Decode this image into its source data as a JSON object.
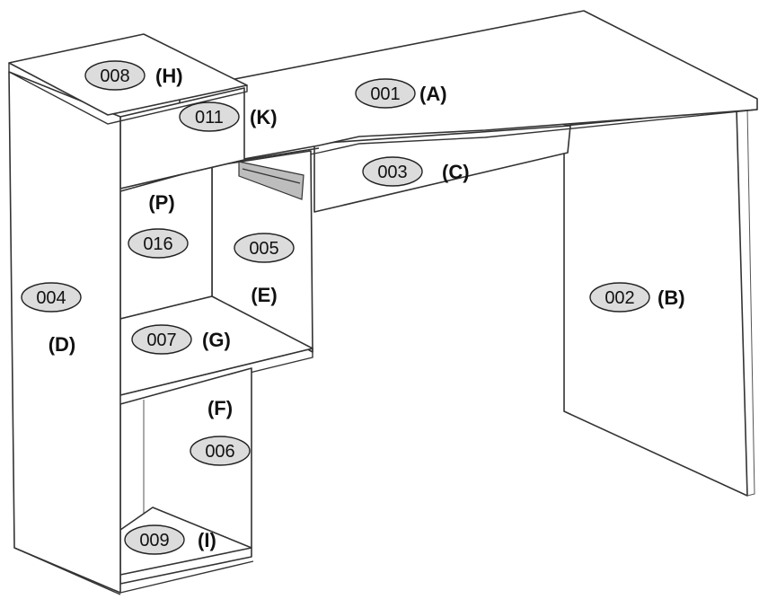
{
  "parts": [
    {
      "id": "desk-top",
      "code": "001",
      "letter": "(A)"
    },
    {
      "id": "right-side-panel",
      "code": "002",
      "letter": "(B)"
    },
    {
      "id": "back-panel",
      "code": "003",
      "letter": "(C)"
    },
    {
      "id": "left-side-panel",
      "code": "004",
      "letter": "(D)"
    },
    {
      "id": "middle-divider",
      "code": "005",
      "letter": "(E)"
    },
    {
      "id": "lower-divider",
      "code": "006",
      "letter": "(F)"
    },
    {
      "id": "middle-shelf",
      "code": "007",
      "letter": "(G)"
    },
    {
      "id": "top-cap",
      "code": "008",
      "letter": "(H)"
    },
    {
      "id": "bottom-shelf",
      "code": "009",
      "letter": "(I)"
    },
    {
      "id": "upper-shelf",
      "code": "011",
      "letter": "(K)"
    },
    {
      "id": "inner-divider",
      "code": "016",
      "letter": "(P)"
    }
  ],
  "colors": {
    "line": "#333333",
    "badge_fill": "#dcdcdc",
    "background": "#ffffff"
  }
}
